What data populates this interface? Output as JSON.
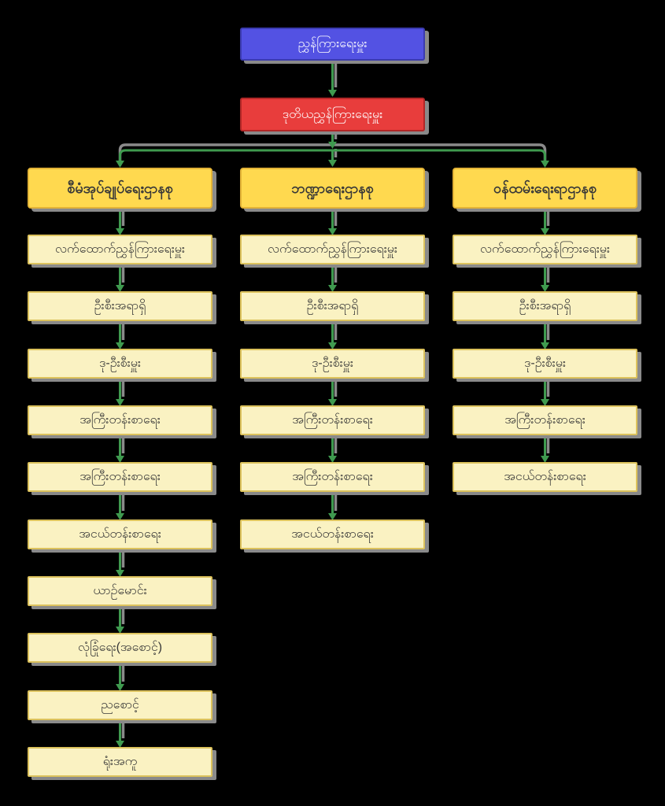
{
  "diagram": {
    "title": "Department organization chart (Myanmar)",
    "root": {
      "label": "ညွှန်ကြားရေးမှူး"
    },
    "deputy": {
      "label": "ဒုတိယညွှန်ကြားရေးမှူး"
    },
    "columns": [
      {
        "header": "စီမံအုပ်ချုပ်ရေးဌာနစု",
        "items": [
          "လက်ထောက်ညွှန်ကြားရေးမှူး",
          "ဦးစီးအရာရှိ",
          "ဒု-ဦးစီးမှူး",
          "အကြီးတန်းစာရေး",
          "အကြီးတန်းစာရေး",
          "အငယ်တန်းစာရေး",
          "ယာဉ်မောင်း",
          "လုံခြုံရေး(အစောင့်)",
          "ညစောင့်",
          "ရုံးအကူ"
        ]
      },
      {
        "header": "ဘဏ္ဍာရေးဌာနစု",
        "items": [
          "လက်ထောက်ညွှန်ကြားရေးမှူး",
          "ဦးစီးအရာရှိ",
          "ဒု-ဦးစီးမှူး",
          "အကြီးတန်းစာရေး",
          "အကြီးတန်းစာရေး",
          "အငယ်တန်းစာရေး"
        ]
      },
      {
        "header": "ဝန်ထမ်းရေးရာဌာနစု",
        "items": [
          "လက်ထောက်ညွှန်ကြားရေးမှူး",
          "ဦးစီးအရာရှိ",
          "ဒု-ဦးစီးမှူး",
          "အကြီးတန်းစာရေး",
          "အငယ်တန်းစာရေး"
        ]
      }
    ],
    "colors": {
      "background": "#000000",
      "root_fill": "#5352E3",
      "root_stroke": "#3B3BB0",
      "deputy_fill": "#E83D3C",
      "deputy_stroke": "#B22727",
      "header_fill": "#FFD94F",
      "header_stroke": "#E3B336",
      "item_fill": "#FAF2C2",
      "item_stroke": "#DCC25C",
      "connector": "#3F9A4F",
      "shadow": "#8A8A8A",
      "text_light": "#FFFFFF",
      "text_dark": "#383838"
    }
  }
}
